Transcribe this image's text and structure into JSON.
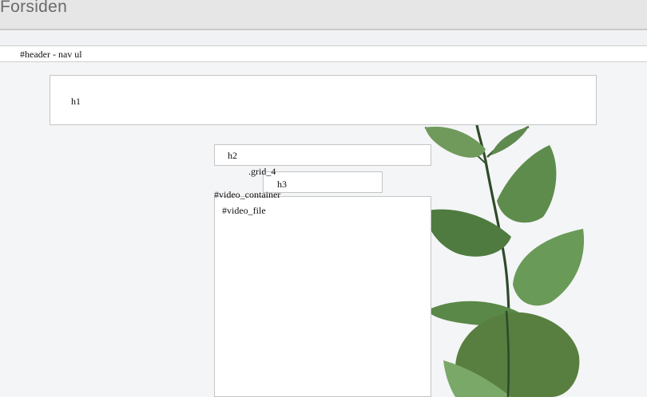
{
  "page": {
    "title": "Forsiden",
    "nav_label": "#header - nav ul",
    "h1_label": "h1",
    "h2_label": "h2",
    "grid_label": ".grid_4",
    "h3_label": "h3",
    "video_container_label": "#video_container",
    "video_file_label": "#video_file"
  },
  "colors": {
    "background": "#f4f5f7",
    "topbar": "#e6e6e6",
    "leaf": "#6f9a5c",
    "stem": "#2f4a2a"
  },
  "decorations": {
    "plant_image": "eucalyptus-plant-image"
  }
}
